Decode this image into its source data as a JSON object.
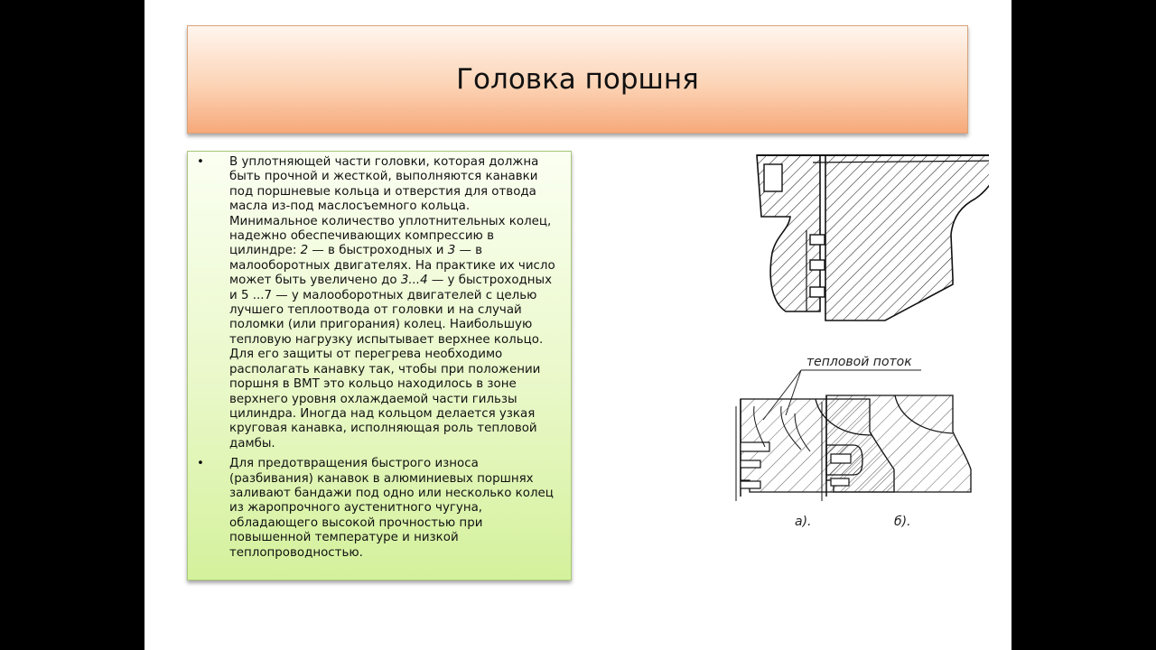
{
  "slide": {
    "title": "Головка поршня"
  },
  "content": {
    "bullet_symbol": "•",
    "paragraph1": {
      "s1": "В уплотняющей части головки, которая должна быть прочной и жесткой, выполняются канавки под поршневые кольца и отверстия для отвода масла из-под маслосъемного кольца. Минимальное количество уплотнительных колец, надежно обеспечивающих компрессию в цилиндре: ",
      "n1": "2",
      "s2": " — в быстроходных и ",
      "n2": "3",
      "s3": " — в малооборотных двигателях. На практике их число может быть увеличено до ",
      "n3": "3...4",
      "s4": " — у быстроходных и 5 ...7 — у малооборотных двигателей с целью  лучшего теплоотвода от головки и на случай поломки (или пригорания) колец. Наибольшую тепловую нагрузку испытывает верхнее кольцо. Для его защиты от перегрева необходимо располагать канавку так, чтобы при положении поршня в ВМТ  это кольцо находилось в зоне верхнего уровня охлаждаемой части гильзы цилиндра. Иногда над кольцом делается узкая круговая канавка, исполняющая роль тепловой дамбы."
    },
    "paragraph2": "Для предотвращения быстрого износа (разбивания) канавок в алюминиевых поршнях заливают бандажи под одно или несколько колец из жаропрочного аустенитного чугуна, обладающего высокой прочностью при повышенной температуре и низкой теплопроводностью."
  },
  "figure": {
    "heat_flow_label": "тепловой поток",
    "label_a": "а).",
    "label_b": "б)."
  }
}
